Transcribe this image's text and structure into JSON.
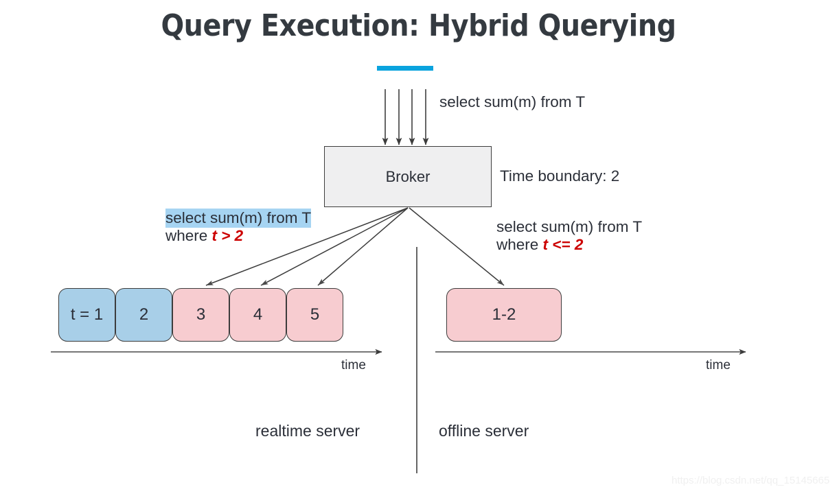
{
  "slide": {
    "title": "Query Execution: Hybrid Querying",
    "accent_color": "#0aa3de"
  },
  "broker": {
    "label": "Broker",
    "incoming_query": "select sum(m) from T",
    "time_boundary": "Time boundary: 2"
  },
  "queries": {
    "realtime": {
      "line1": "select sum(m) from T",
      "line2_prefix": "where ",
      "line2_condition": "t > 2",
      "highlighted": true
    },
    "offline": {
      "line1": "select sum(m) from T",
      "line2_prefix": "where ",
      "line2_condition": "t <= 2",
      "highlighted": false
    }
  },
  "realtime_server": {
    "name": "realtime server",
    "axis_label": "time",
    "segments": [
      {
        "label": "t = 1",
        "color": "blue"
      },
      {
        "label": "2",
        "color": "blue"
      },
      {
        "label": "3",
        "color": "pink"
      },
      {
        "label": "4",
        "color": "pink"
      },
      {
        "label": "5",
        "color": "pink"
      }
    ]
  },
  "offline_server": {
    "name": "offline server",
    "axis_label": "time",
    "segments": [
      {
        "label": "1-2",
        "color": "pink"
      }
    ]
  },
  "colors": {
    "segment_blue": "#a8cfe8",
    "segment_pink": "#f7ccd0",
    "highlight_blue": "#a6d4f2",
    "condition_red": "#cc0000",
    "broker_fill": "#efeff0",
    "stroke": "#3c3c3c"
  },
  "watermark": "https://blog.csdn.net/qq_15145665"
}
